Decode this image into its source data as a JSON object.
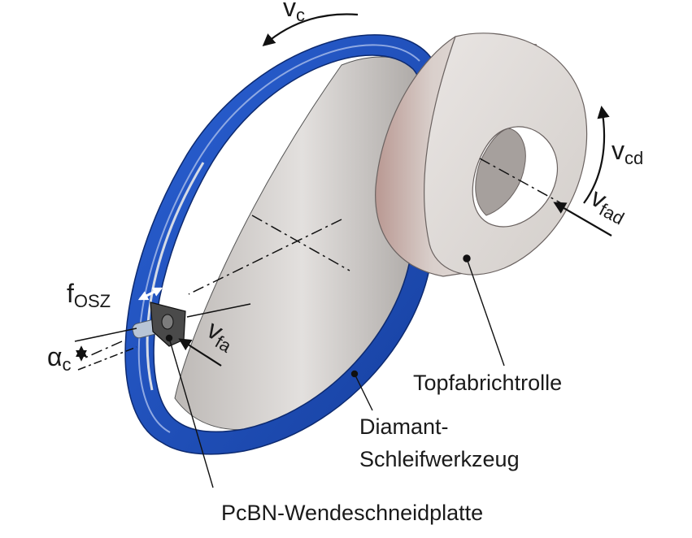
{
  "symbols": {
    "vc": {
      "main": "v",
      "sub": "c"
    },
    "vcd": {
      "main": "v",
      "sub": "cd"
    },
    "vfad": {
      "main": "v",
      "sub": "fad"
    },
    "vfa": {
      "main": "v",
      "sub": "fa"
    },
    "fosz": {
      "main": "f",
      "sub": "OSZ"
    },
    "alpha": {
      "main": "α",
      "sub": "c"
    }
  },
  "labels": {
    "dresser": "Topfabrichtrolle",
    "wheel_line1": "Diamant-",
    "wheel_line2": "Schleifwerkzeug",
    "insert": "PcBN-Wendeschneidplatte"
  },
  "colors": {
    "wheel_blue": "#1f4fb8",
    "dresser_grey": "#d7d2cf",
    "inner_grey": "#c9c6c4",
    "arrow_white": "#ffffff"
  }
}
